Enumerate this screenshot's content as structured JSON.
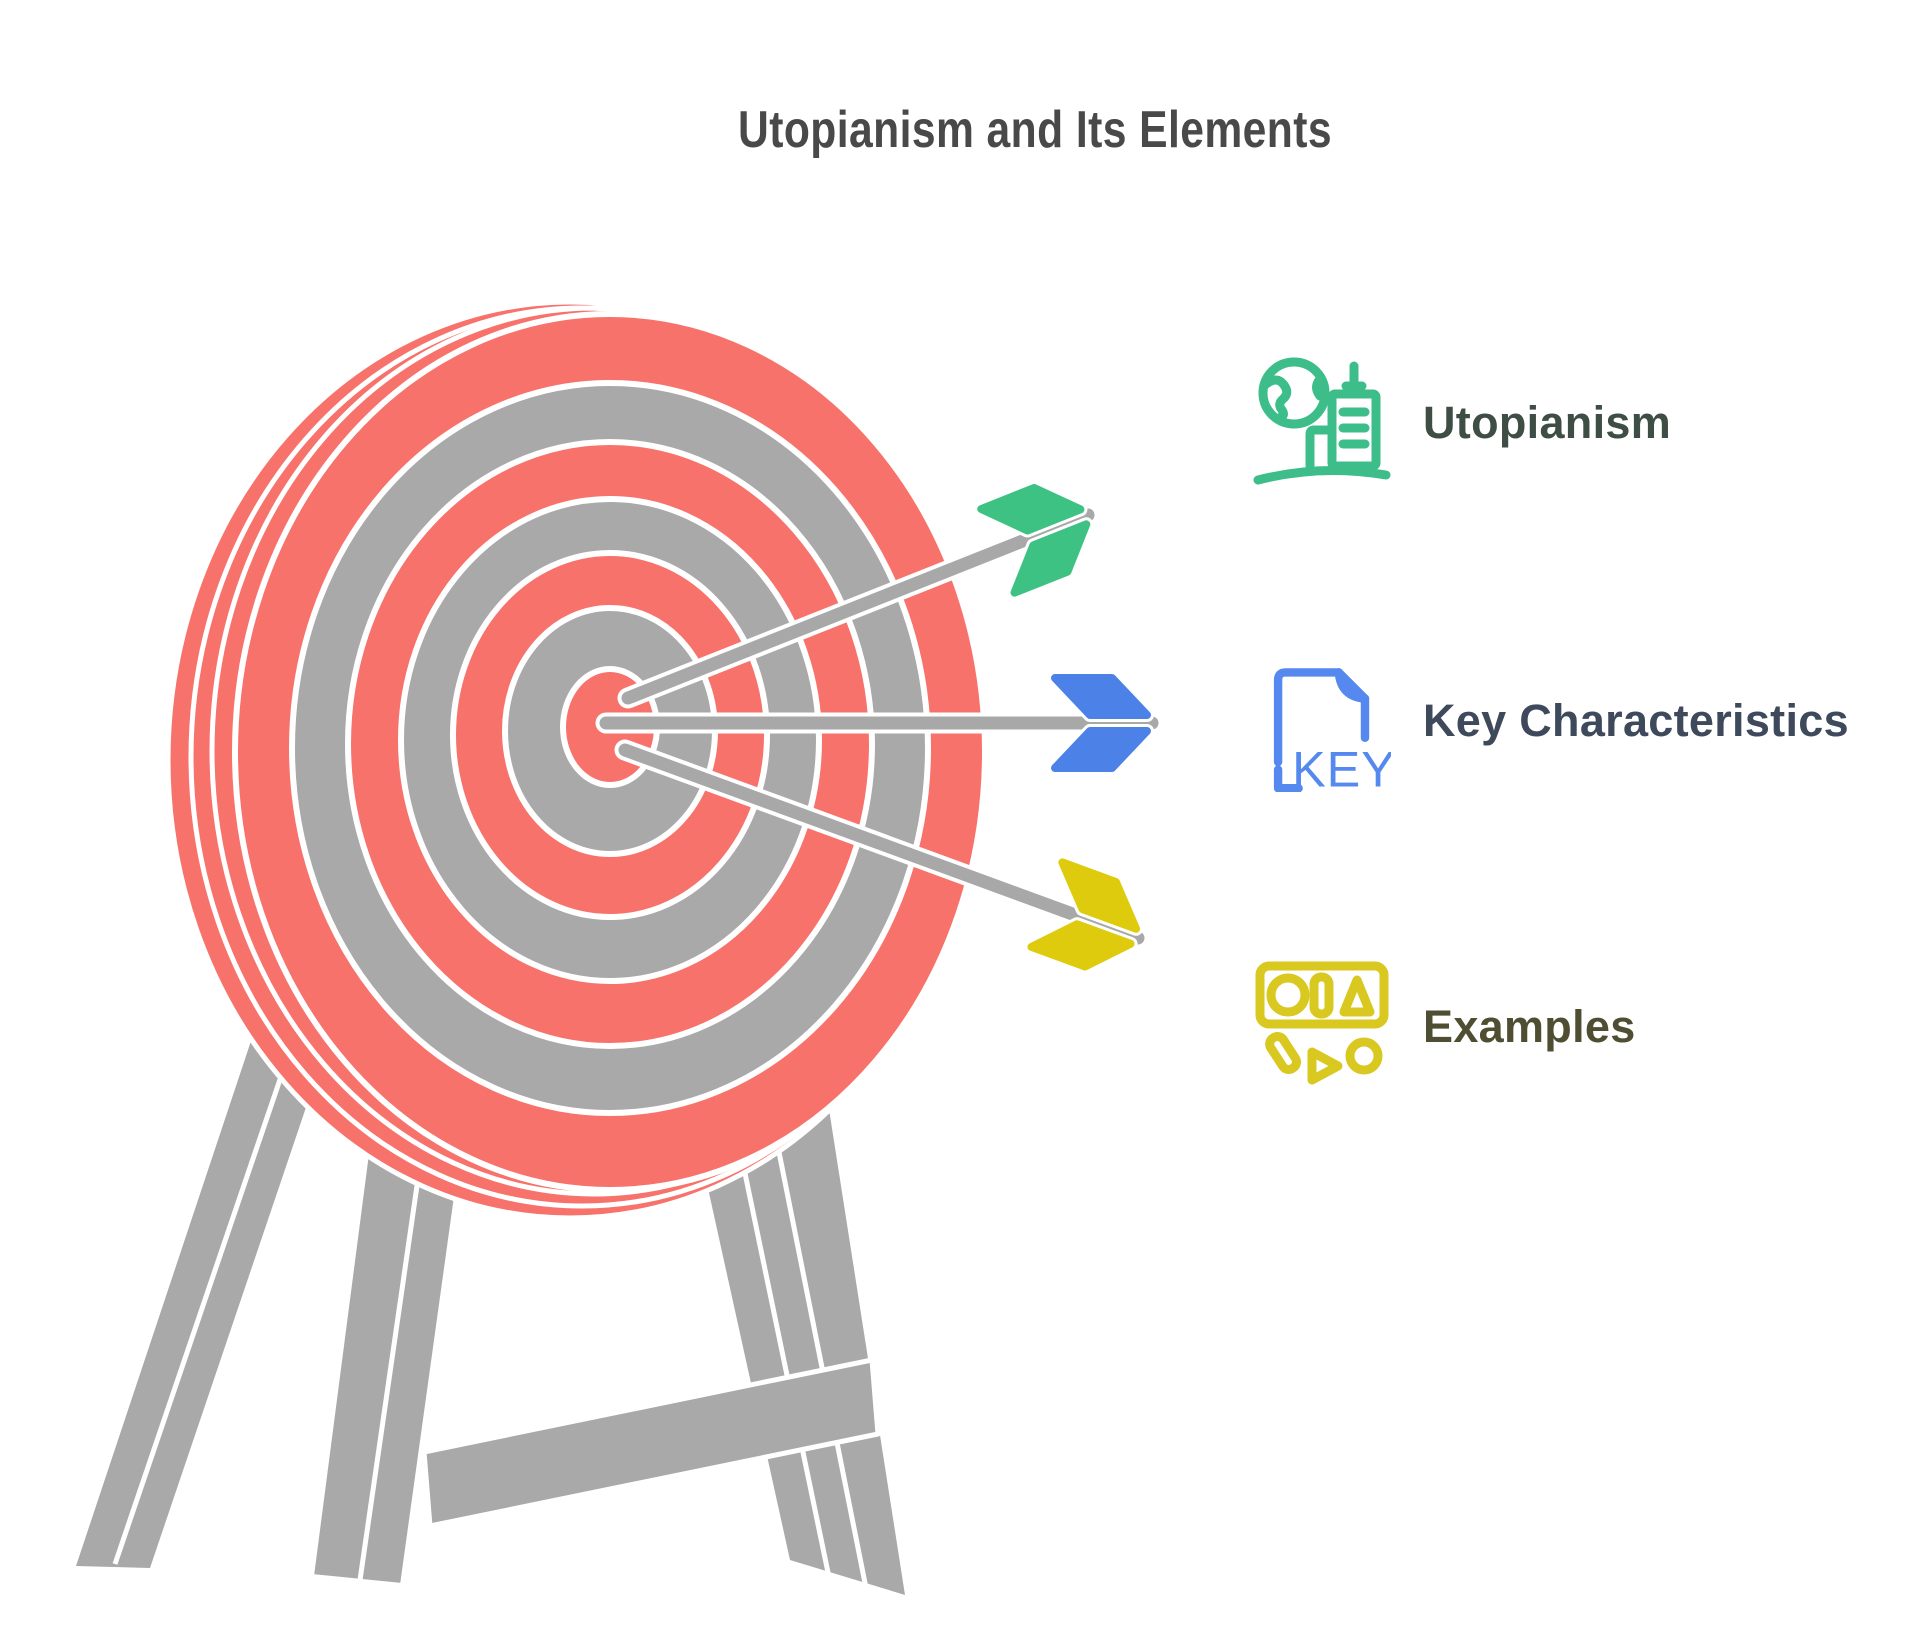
{
  "title": {
    "text": "Utopianism and Its Elements"
  },
  "colors": {
    "title_text": "#494949",
    "target_red": "#F8726C",
    "target_gray": "#A9A9A9",
    "stand_gray": "#A9A9A9",
    "shaft_gray": "#A8A8A8",
    "outline_white": "#FFFFFF",
    "fletch_green": "#3DC284",
    "fletch_blue": "#4C82E8",
    "fletch_yellow": "#DFCB0E",
    "icon_green": "#3CBD8A",
    "icon_blue": "#5689EF",
    "icon_yellow": "#D9C81F",
    "label_green_text": "#3F4E45",
    "label_blue_text": "#3E4A5B",
    "label_yellow_text": "#504E32"
  },
  "legend": {
    "items": [
      {
        "label": "Utopianism",
        "icon": "globe-city-icon"
      },
      {
        "label": "Key Characteristics",
        "icon": "key-document-icon",
        "key_text": "KEY"
      },
      {
        "label": "Examples",
        "icon": "shapes-icon"
      }
    ]
  },
  "illustration": {
    "name": "archery-target-with-three-arrows-on-stand"
  }
}
